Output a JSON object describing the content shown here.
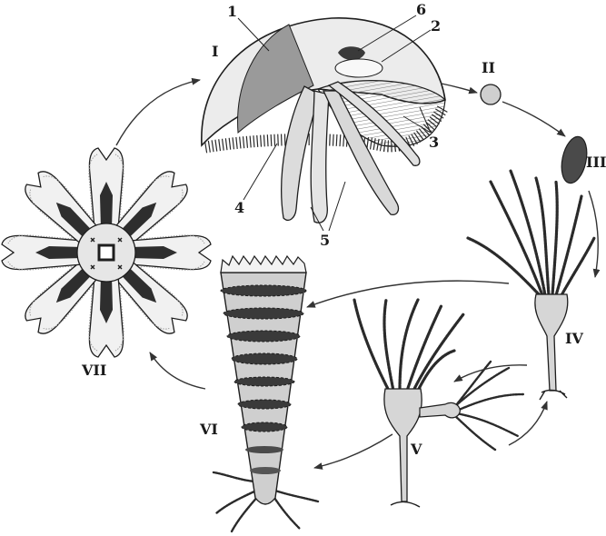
{
  "labels": {
    "stage_1": "I",
    "stage_2": "II",
    "stage_3": "III",
    "stage_4": "IV",
    "stage_5": "V",
    "stage_6": "VI",
    "stage_7": "VII",
    "part_1": "1",
    "part_2": "2",
    "part_3": "3",
    "part_4": "4",
    "part_5": "5",
    "part_6": "6"
  },
  "colors": {
    "ink": "#1e1e1e",
    "bell_fill": "#ececec",
    "bell_shade": "#9a9a9a",
    "body_fill": "#d6d6d6",
    "dark_fill": "#3a3a3a"
  }
}
